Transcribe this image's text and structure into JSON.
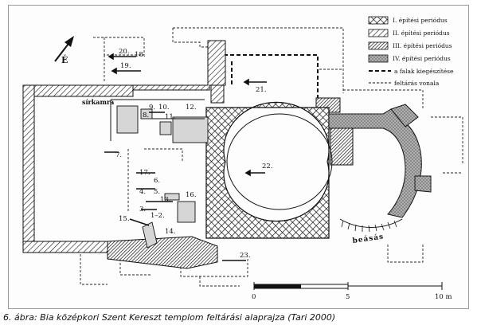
{
  "figure": {
    "north_label": "É",
    "legend": [
      {
        "pattern": "cross-hatch",
        "label": "I. építési periódus"
      },
      {
        "pattern": "diagonal",
        "label": "II. építési periódus"
      },
      {
        "pattern": "dense-diagonal",
        "label": "III. építési periódus"
      },
      {
        "pattern": "stipple",
        "label": "IV. építési periódus"
      },
      {
        "pattern": "dashed-bold",
        "label": "a falak kiegészítése"
      },
      {
        "pattern": "dashed-thin",
        "label": "feltárás vonala"
      }
    ],
    "labels": {
      "sirkamra": "sírkamra",
      "beasas": "beásás"
    },
    "trench_numbers": {
      "n20": "20.",
      "n18": "18.",
      "n19": "19.",
      "n21": "21.",
      "n9": "9.",
      "n10": "10.",
      "n8": "8.",
      "n11": "11.",
      "n12": "12.",
      "n7": "7.",
      "n17": "17.",
      "n6": "6.",
      "n4": "4.",
      "n5": "5.",
      "n13": "13.",
      "n16": "16.",
      "n3": "3.",
      "n15": "15.",
      "n1_2": "1–2.",
      "n14": "14.",
      "n22": "22.",
      "n23": "23."
    },
    "scale": {
      "ticks": [
        "0",
        "5",
        "10 m"
      ]
    }
  },
  "caption": "6. ábra: Bia középkori Szent Kereszt templom feltárási alaprajza (Tari 2000)"
}
